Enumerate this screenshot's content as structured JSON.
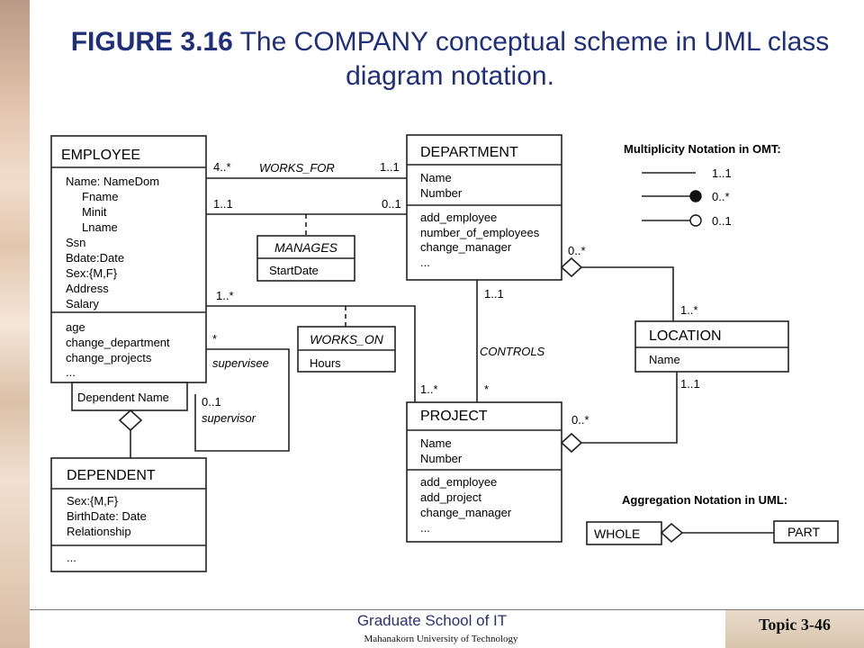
{
  "title": {
    "fig": "FIGURE 3.16",
    "rest": "The COMPANY conceptual scheme in UML class diagram notation."
  },
  "employee": {
    "name": "EMPLOYEE",
    "attributes": [
      "Name: NameDom",
      "Fname",
      "Minit",
      "Lname",
      "Ssn",
      "Bdate:Date",
      "Sex:{M,F}",
      "Address",
      "Salary"
    ],
    "operations": [
      "age",
      "change_department",
      "change_projects",
      "..."
    ]
  },
  "department": {
    "name": "DEPARTMENT",
    "attributes": [
      "Name",
      "Number"
    ],
    "operations": [
      "add_employee",
      "number_of_employees",
      "change_manager",
      "..."
    ]
  },
  "project": {
    "name": "PROJECT",
    "attributes": [
      "Name",
      "Number"
    ],
    "operations": [
      "add_employee",
      "add_project",
      "change_manager",
      "..."
    ]
  },
  "dependent": {
    "name": "DEPENDENT",
    "attributes": [
      "Sex:{M,F}",
      "BirthDate: Date",
      "Relationship"
    ],
    "operations": [
      "..."
    ]
  },
  "location": {
    "name": "LOCATION",
    "attributes": [
      "Name"
    ]
  },
  "manages": {
    "name": "MANAGES",
    "attributes": [
      "StartDate"
    ]
  },
  "works_on": {
    "name": "WORKS_ON",
    "attributes": [
      "Hours"
    ]
  },
  "qualifier": "Dependent Name",
  "labels": {
    "works_for": "WORKS_FOR",
    "controls": "CONTROLS",
    "supervisee": "supervisee",
    "supervisor": "supervisor"
  },
  "multiplicities": {
    "wf_emp": "4..*",
    "wf_dept": "1..1",
    "mg_emp": "1..1",
    "mg_dept": "0..1",
    "wo_emp": "1..*",
    "wo_proj": "1..*",
    "sup_star": "*",
    "sup_01": "0..1",
    "ctrl_dept": "1..1",
    "ctrl_proj": "*",
    "loc_dept": "0..*",
    "loc_top": "1..*",
    "loc_bot": "1..1",
    "loc_proj": "0..*"
  },
  "omt_legend": {
    "title": "Multiplicity Notation in OMT:",
    "items": [
      "1..1",
      "0..*",
      "0..1"
    ]
  },
  "aggregation_legend": {
    "title": "Aggregation Notation in UML:",
    "whole": "WHOLE",
    "part": "PART"
  },
  "footer": {
    "school": "Graduate School of IT",
    "university": "Mahanakorn University of Technology",
    "topic": "Topic 3-46"
  }
}
